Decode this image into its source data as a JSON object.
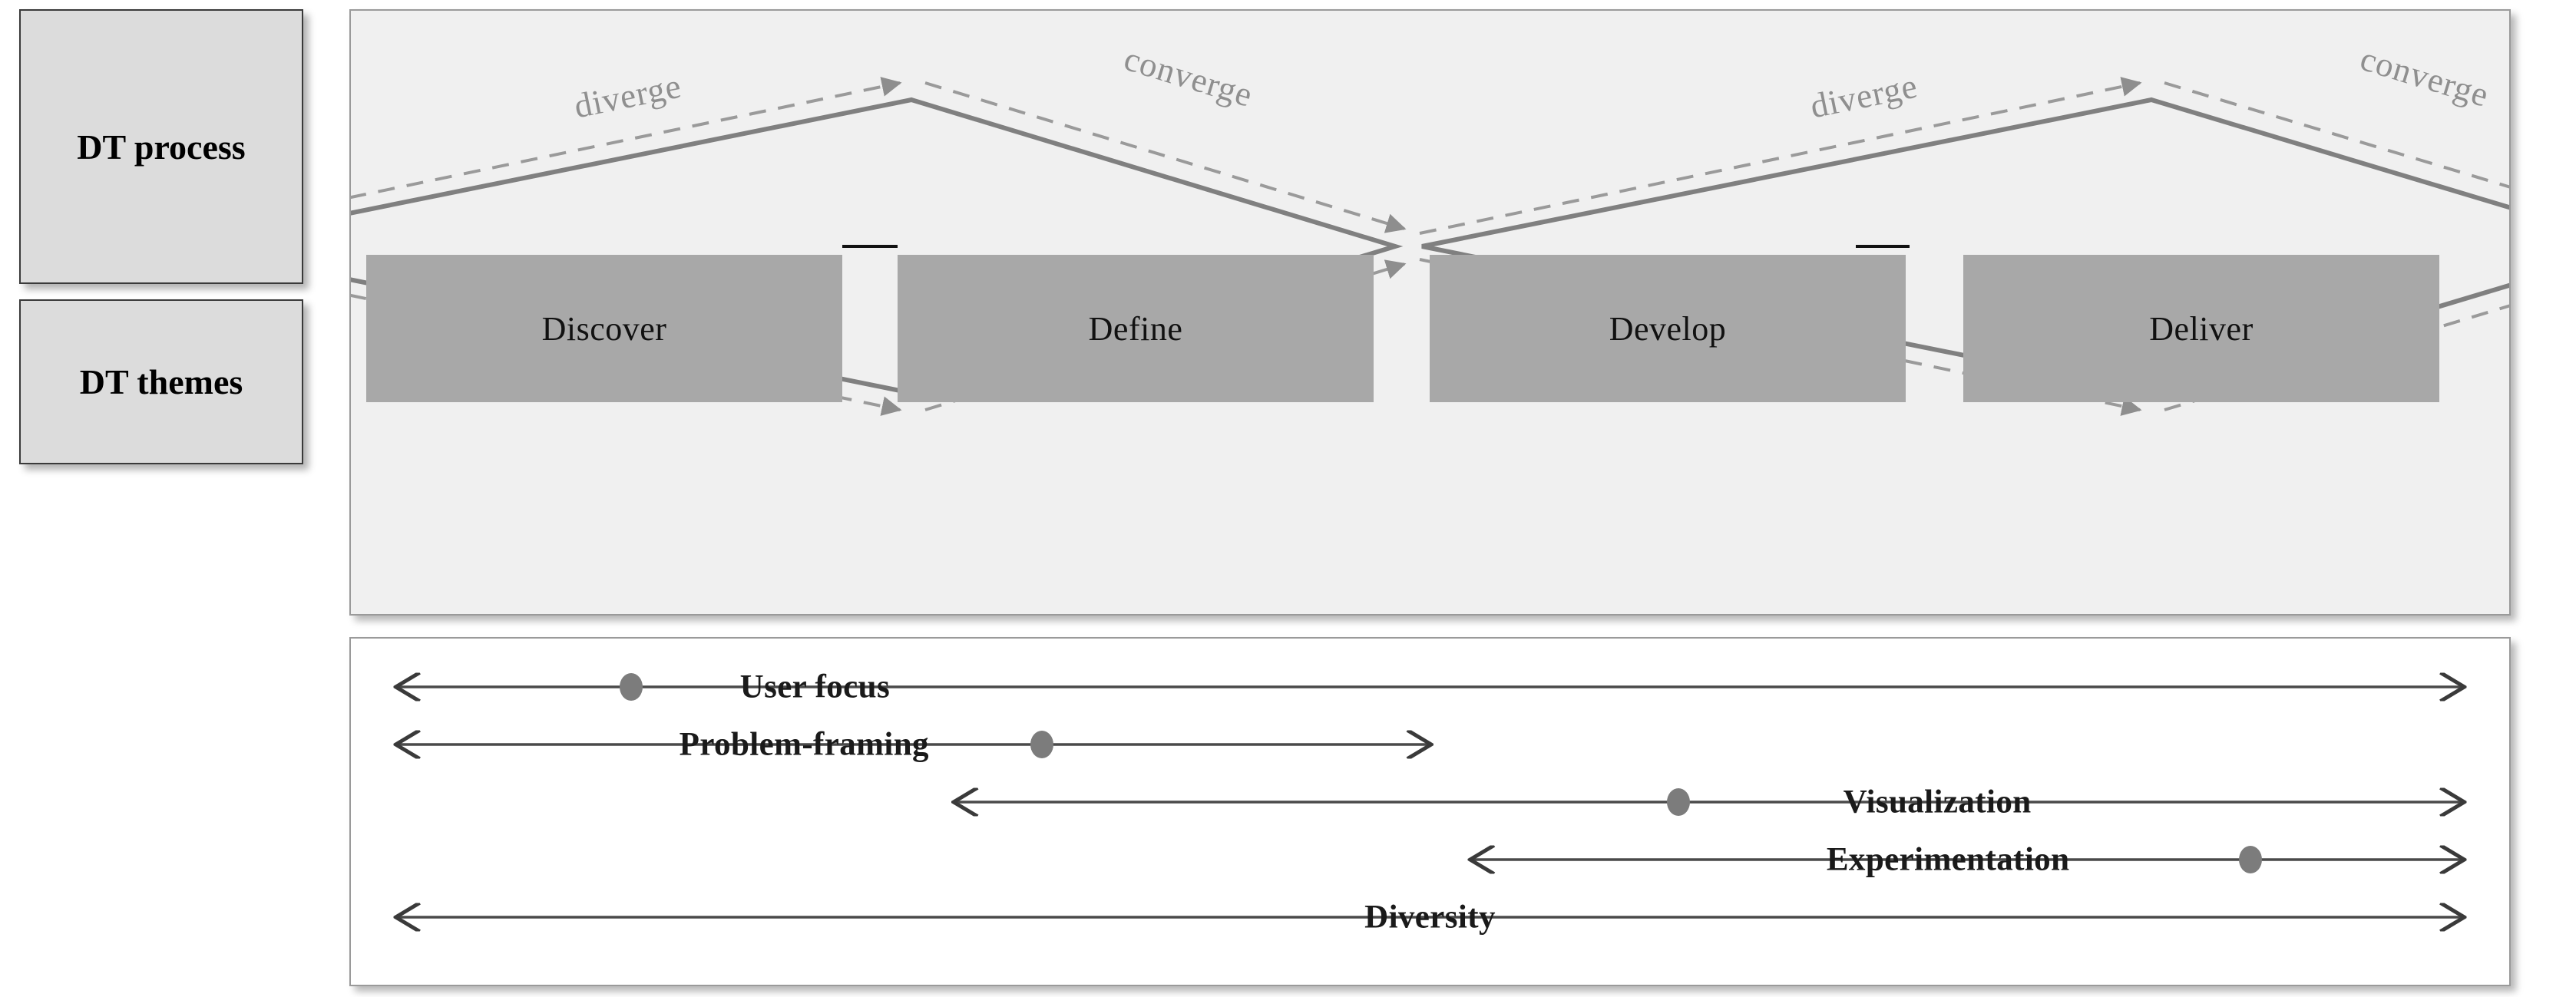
{
  "rows": [
    {
      "label": "DT process"
    },
    {
      "label": "DT themes"
    }
  ],
  "dt_process": {
    "stages": [
      {
        "name": "Discover"
      },
      {
        "name": "Define"
      },
      {
        "name": "Develop"
      },
      {
        "name": "Deliver"
      }
    ],
    "flow_captions": [
      {
        "text": "diverge",
        "phase": "first-diamond-left"
      },
      {
        "text": "converge",
        "phase": "first-diamond-right"
      },
      {
        "text": "diverge",
        "phase": "second-diamond-left"
      },
      {
        "text": "converge",
        "phase": "second-diamond-right"
      }
    ]
  },
  "dt_themes": {
    "items": [
      {
        "label": "User focus",
        "has_marker": true,
        "span_start_pct": 0.0,
        "span_end_pct": 100.0,
        "marker_pct": 13.0
      },
      {
        "label": "Problem-framing",
        "has_marker": true,
        "span_start_pct": 0.0,
        "span_end_pct": 50.0,
        "marker_pct": 32.0
      },
      {
        "label": "Visualization",
        "has_marker": true,
        "span_start_pct": 27.0,
        "span_end_pct": 100.0,
        "marker_pct": 61.5
      },
      {
        "label": "Experimentation",
        "has_marker": true,
        "span_start_pct": 52.0,
        "span_end_pct": 100.0,
        "marker_pct": 88.0
      },
      {
        "label": "Diversity",
        "has_marker": false,
        "span_start_pct": 0.0,
        "span_end_pct": 100.0,
        "marker_pct": null
      }
    ]
  },
  "colors": {
    "label_cell_fill": "#dcdcdc",
    "process_panel_fill": "#f0f0f0",
    "themes_panel_fill": "#ffffff",
    "stage_box_fill": "#a8a8a8",
    "diamond_stroke": "#808080",
    "dashed_stroke": "#9a9a9a",
    "marker_dot": "#7c7c7c",
    "text_dark": "#1a1a1a"
  }
}
